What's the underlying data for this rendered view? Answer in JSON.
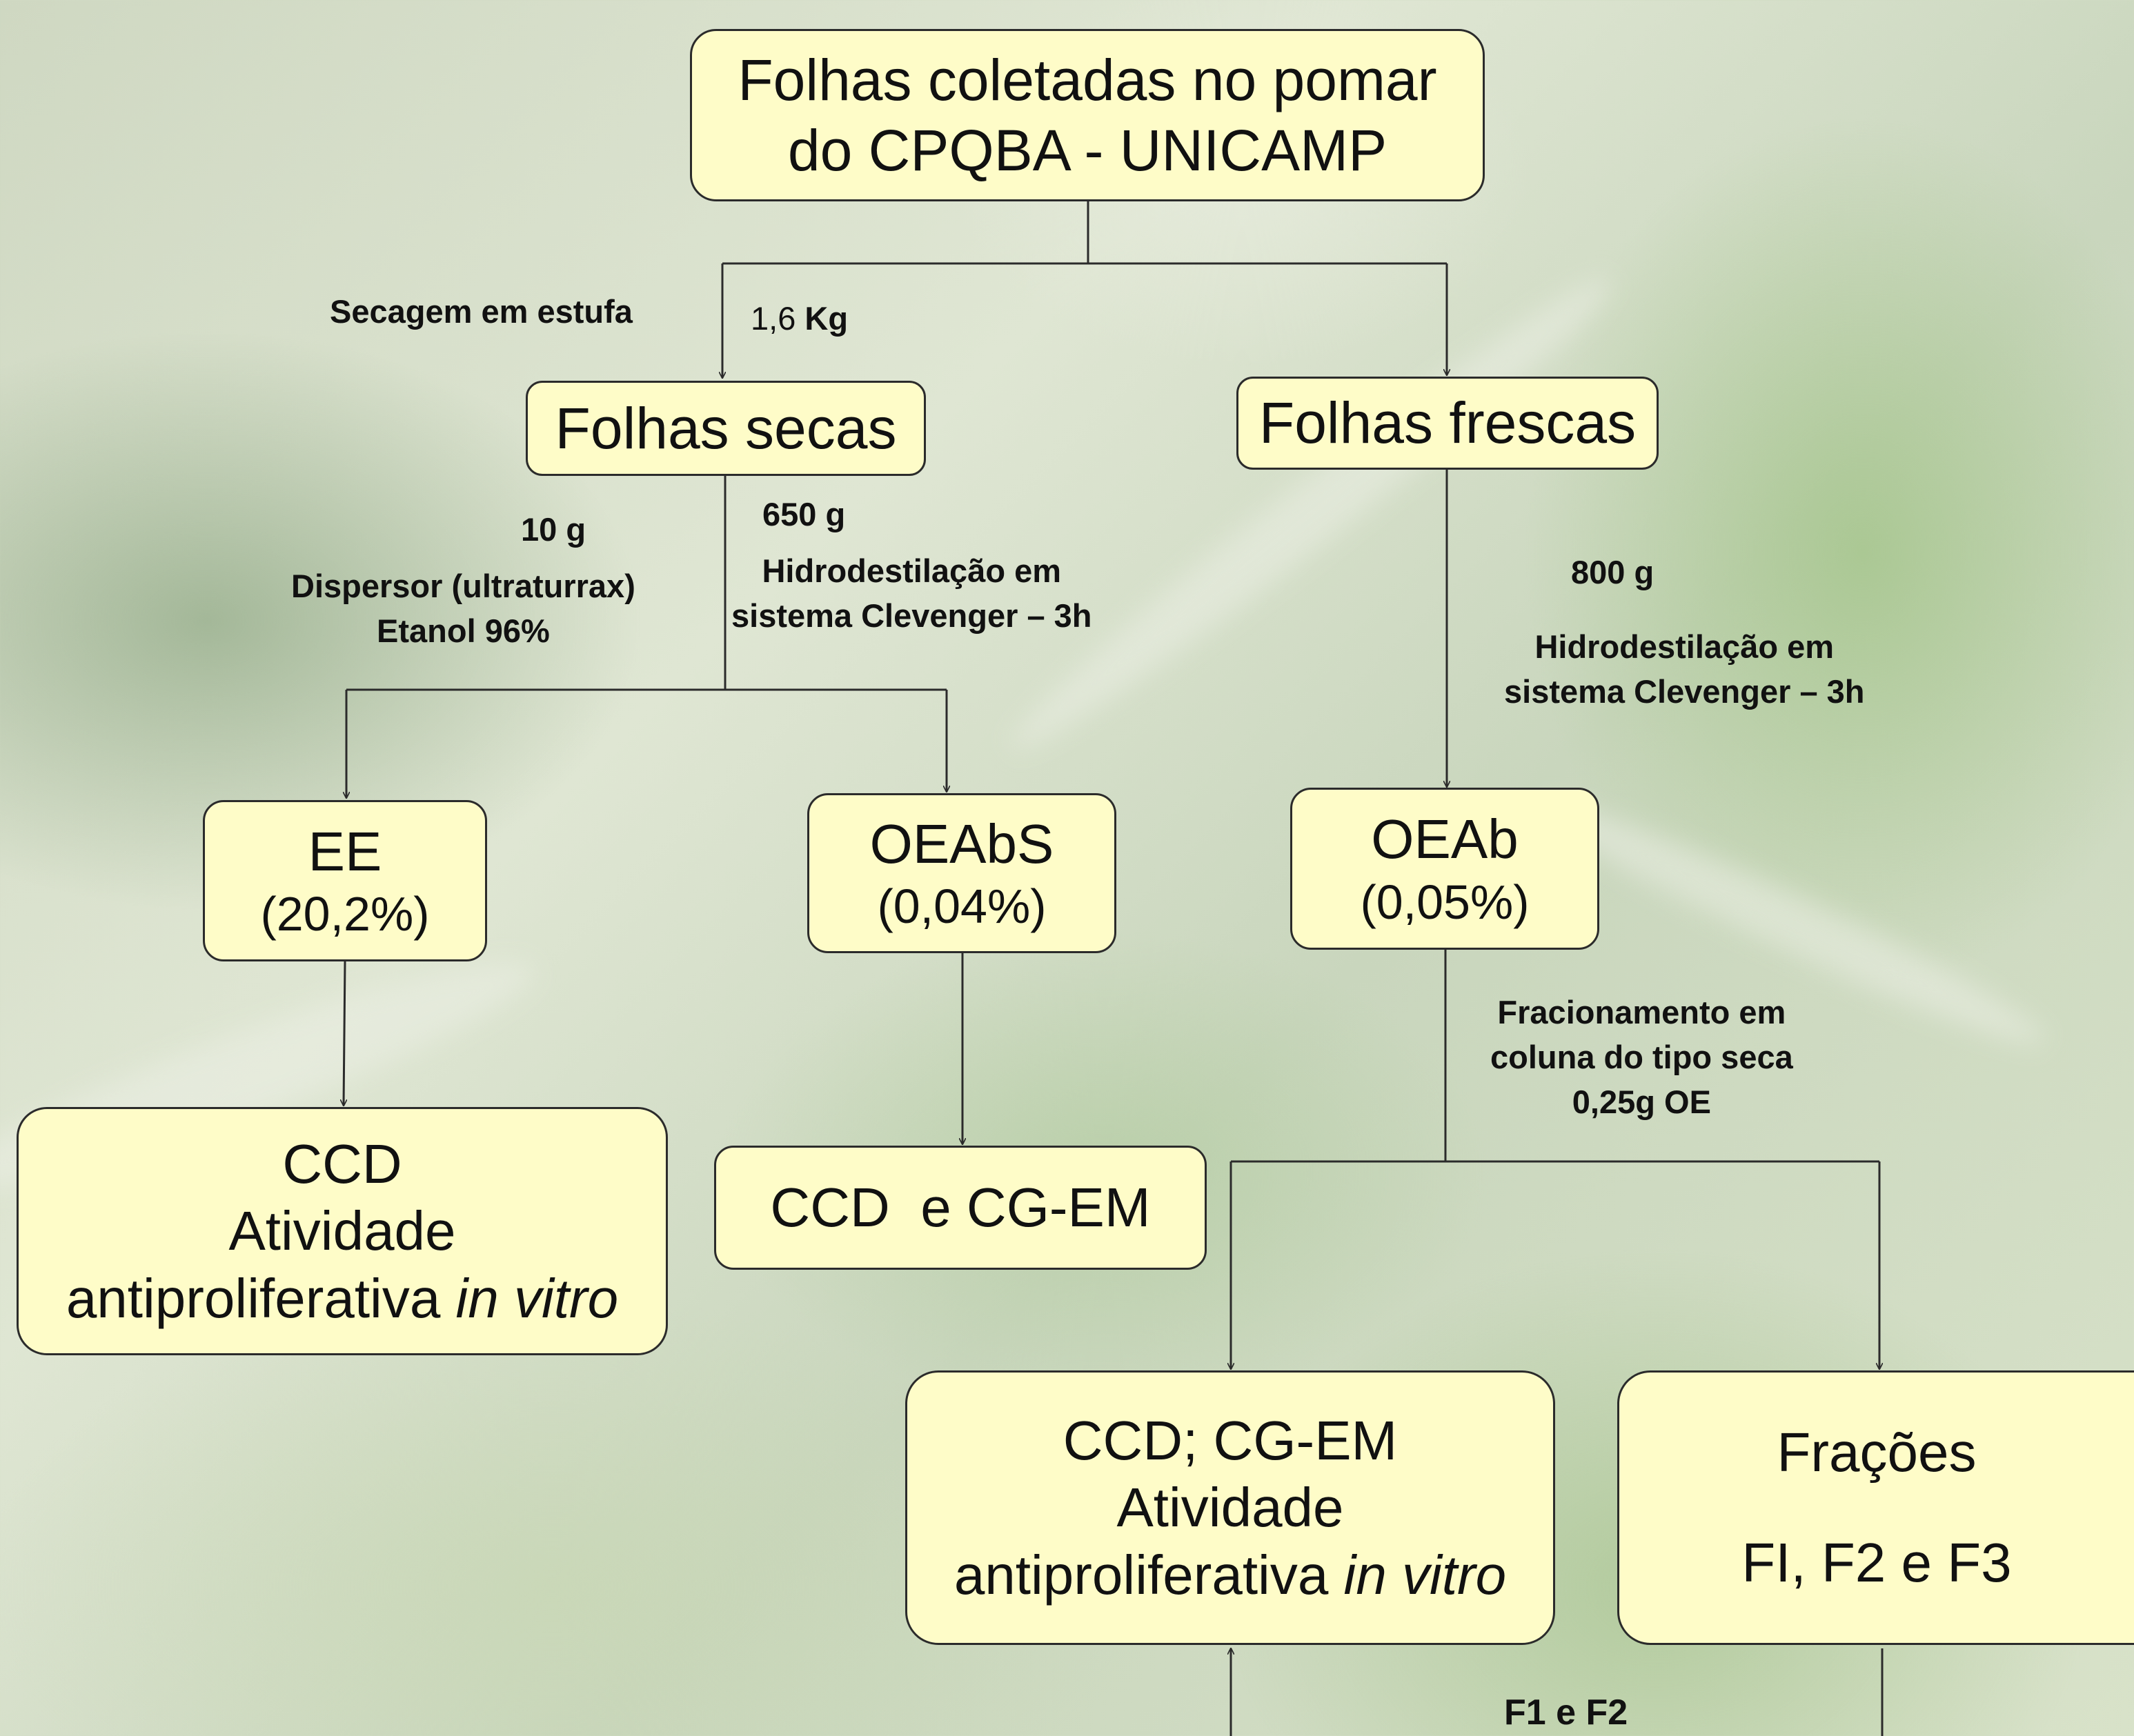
{
  "colors": {
    "box_fill": "#fefcc8",
    "box_border": "#2b2b2b",
    "line": "#2b2b2b"
  },
  "nodes": {
    "root": {
      "line1": "Folhas coletadas no pomar",
      "line2": "do CPQBA - UNICAMP"
    },
    "dry": {
      "label": "Folhas secas"
    },
    "fresh": {
      "label": "Folhas frescas"
    },
    "ee": {
      "name": "EE",
      "yield": "(20,2%)"
    },
    "oeabs": {
      "name": "OEAbS",
      "yield": "(0,04%)"
    },
    "oeab": {
      "name": "OEAb",
      "yield": "(0,05%)"
    },
    "ccd_left": {
      "line1": "CCD",
      "line2": "Atividade",
      "line3_plain": "antiproliferativa ",
      "line3_italic": "in vitro"
    },
    "ccd_mid": {
      "label": "CCD  e CG-EM"
    },
    "ccd_right": {
      "line1": "CCD; CG-EM",
      "line2": "Atividade",
      "line3_plain": "antiproliferativa ",
      "line3_italic": "in vitro"
    },
    "fractions": {
      "line1": "Frações",
      "line2": "FI, F2 e F3"
    }
  },
  "edge_labels": {
    "drying": "Secagem em estufa",
    "mass_total_num": "1,6 ",
    "mass_total_unit": "Kg",
    "dry_10g": "10 g",
    "disperser": "Dispersor (ultraturrax)",
    "ethanol": "Etanol 96%",
    "dry_650g": "650 g",
    "hydro_dry_1": "Hidrodestilação em",
    "hydro_dry_2": "sistema Clevenger – 3h",
    "fresh_800g": "800 g",
    "hydro_fresh_1": "Hidrodestilação em",
    "hydro_fresh_2": "sistema Clevenger – 3h",
    "fraction_1": "Fracionamento em",
    "fraction_2": "coluna do tipo seca",
    "fraction_3": "0,25g OE",
    "f1f2": "F1 e F2"
  }
}
